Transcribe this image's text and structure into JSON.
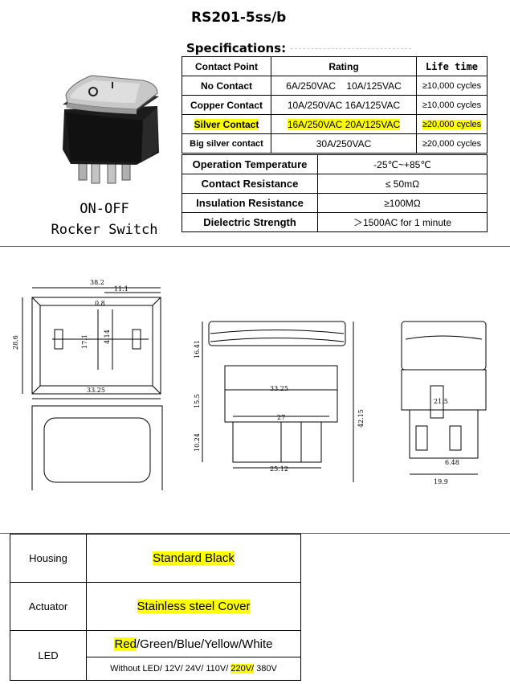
{
  "product": {
    "model": "RS201-5ss/b",
    "caption_line1": "ON-OFF",
    "caption_line2": "Rocker Switch"
  },
  "specifications": {
    "title": "Specifications:",
    "headers": [
      "Contact Point",
      "Rating",
      "Life time"
    ],
    "rows": [
      {
        "point": "No Contact",
        "rating": "6A/250VAC    10A/125VAC",
        "life": "≥10,000 cycles"
      },
      {
        "point": "Copper Contact",
        "rating": "10A/250VAC 16A/125VAC",
        "life": "≥10,000 cycles"
      },
      {
        "point": "Silver Contact",
        "rating": "16A/250VAC 20A/125VAC",
        "life": "≥20,000 cycles"
      },
      {
        "point": "Big silver contact",
        "rating": "30A/250VAC",
        "life": "≥20,000 cycles"
      }
    ],
    "params": [
      {
        "name": "Operation Temperature",
        "value": "-25℃~+85℃"
      },
      {
        "name": "Contact Resistance",
        "value": "≤ 50mΩ"
      },
      {
        "name": "Insulation Resistance",
        "value": "≥100MΩ"
      },
      {
        "name": "Dielectric Strength",
        "value": "＞1500AC for 1 minute"
      }
    ]
  },
  "drawing": {
    "front_width": "38.2",
    "dim_11_1": "11.1",
    "dim_0_8": "0.8",
    "dim_28_6": "28.6",
    "dim_17_1": "17.1",
    "dim_4_14": "4.14",
    "dim_33_25_a": "33.25",
    "dim_16_41": "16.41",
    "dim_33_25_b": "33.25",
    "dim_15_5": "15.5",
    "dim_27": "27",
    "dim_42_15": "42.15",
    "dim_10_24": "10.24",
    "dim_25_12": "25.12",
    "dim_21_5": "21.5",
    "dim_6_48": "6.48",
    "dim_19_9": "19.9"
  },
  "attributes": {
    "housing_label": "Housing",
    "housing_value": "Standard Black",
    "actuator_label": "Actuator",
    "actuator_value": "Stainless steel Cover",
    "led_label": "LED",
    "led_color_highlight": "Red",
    "led_colors_rest": "/Green/Blue/Yellow/White",
    "led_voltage_pre": "Without LED/ 12V/ 24V/ 110V/ ",
    "led_voltage_highlight": "220V/",
    "led_voltage_post": " 380V"
  },
  "colors": {
    "highlight": "#ffff00",
    "switch_body": "#1a1a1a",
    "switch_cover": "#c8c8c8"
  }
}
